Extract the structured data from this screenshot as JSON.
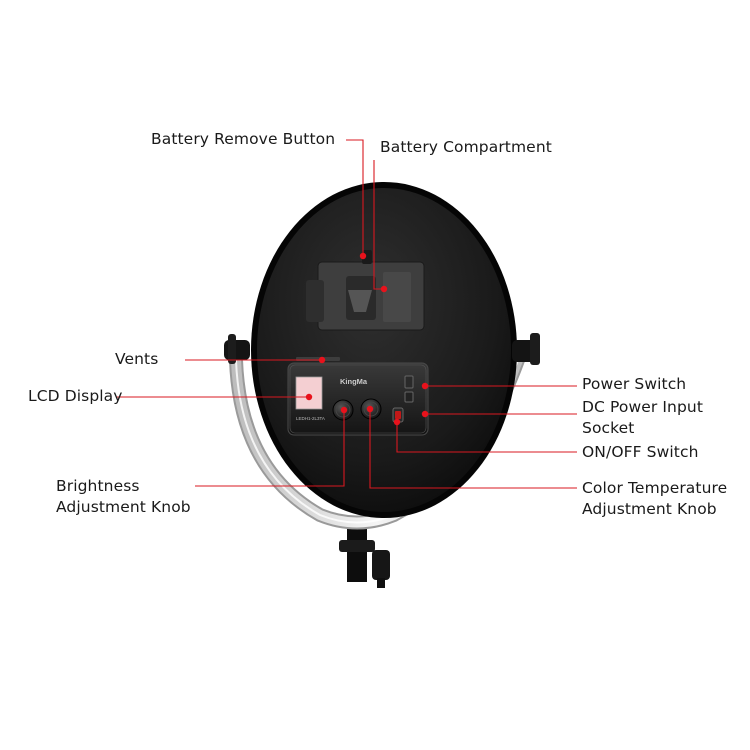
{
  "colors": {
    "leader_line": "#d81820",
    "leader_dot": "#e8121c",
    "panel_body": "#111111",
    "panel_face": "#2b2b2b",
    "plate": "#4a4a4a",
    "lcd": "#f2c9cc",
    "yoke": "#e6e6e6",
    "background": "#ffffff"
  },
  "labels": {
    "battery_remove_button": "Battery Remove Button",
    "battery_compartment": "Battery Compartment",
    "vents": "Vents",
    "lcd_display": "LCD Display",
    "power_switch": "Power Switch",
    "dc_power_input_socket": [
      "DC Power Input",
      "Socket"
    ],
    "on_off_switch": "ON/OFF Switch",
    "brightness_adjustment_knob": [
      "Brightness",
      "Adjustment Knob"
    ],
    "color_temperature_adjustment_knob": [
      "Color Temperature",
      "Adjustment Knob"
    ]
  },
  "device": {
    "brand": "KingMa",
    "model": "LEDH1-2L3TA"
  }
}
